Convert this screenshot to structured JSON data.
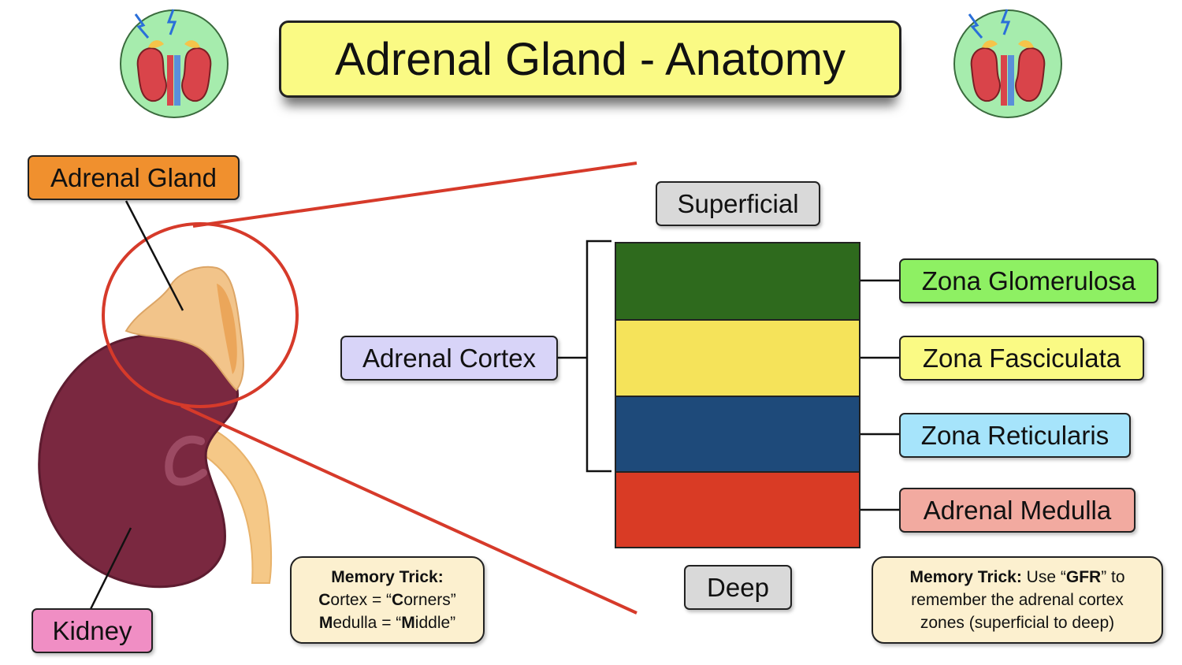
{
  "title": "Adrenal Gland - Anatomy",
  "labels": {
    "adrenal_gland": "Adrenal Gland",
    "kidney": "Kidney",
    "adrenal_cortex": "Adrenal Cortex",
    "superficial": "Superficial",
    "deep": "Deep"
  },
  "zones": [
    {
      "name": "Zona Glomerulosa",
      "color": "#2e6a1d",
      "label_color": "#8ef063"
    },
    {
      "name": "Zona Fasciculata",
      "color": "#f5e35a",
      "label_color": "#fafa84"
    },
    {
      "name": "Zona Reticularis",
      "color": "#1e4a7a",
      "label_color": "#a6e4fb"
    },
    {
      "name": "Adrenal Medulla",
      "color": "#d93b25",
      "label_color": "#f2aaa0"
    }
  ],
  "memory_trick_left": {
    "heading": "Memory Trick:",
    "line1_prefix": "C",
    "line1_rest": "ortex = “",
    "line1_bold": "C",
    "line1_end": "orners”",
    "line2_prefix": "M",
    "line2_rest": "edulla = “",
    "line2_bold": "M",
    "line2_end": "iddle”"
  },
  "memory_trick_right": {
    "heading": "Memory Trick:",
    "text1": " Use “",
    "bold": "GFR",
    "text2": "” to",
    "line2": "remember the adrenal cortex",
    "line3": "zones (superficial to deep)"
  },
  "colors": {
    "title_bg": "#fafa84",
    "adrenal_gland_label": "#f0902e",
    "kidney_label": "#f08ec4",
    "cortex_label": "#d8d4f8",
    "gray_label": "#d9d9d9",
    "zoom_lines": "#d63a2a",
    "kidney": "#7a2840",
    "gland": "#f2c48a"
  },
  "icons": [
    "kidney-icon-left",
    "kidney-icon-right"
  ]
}
